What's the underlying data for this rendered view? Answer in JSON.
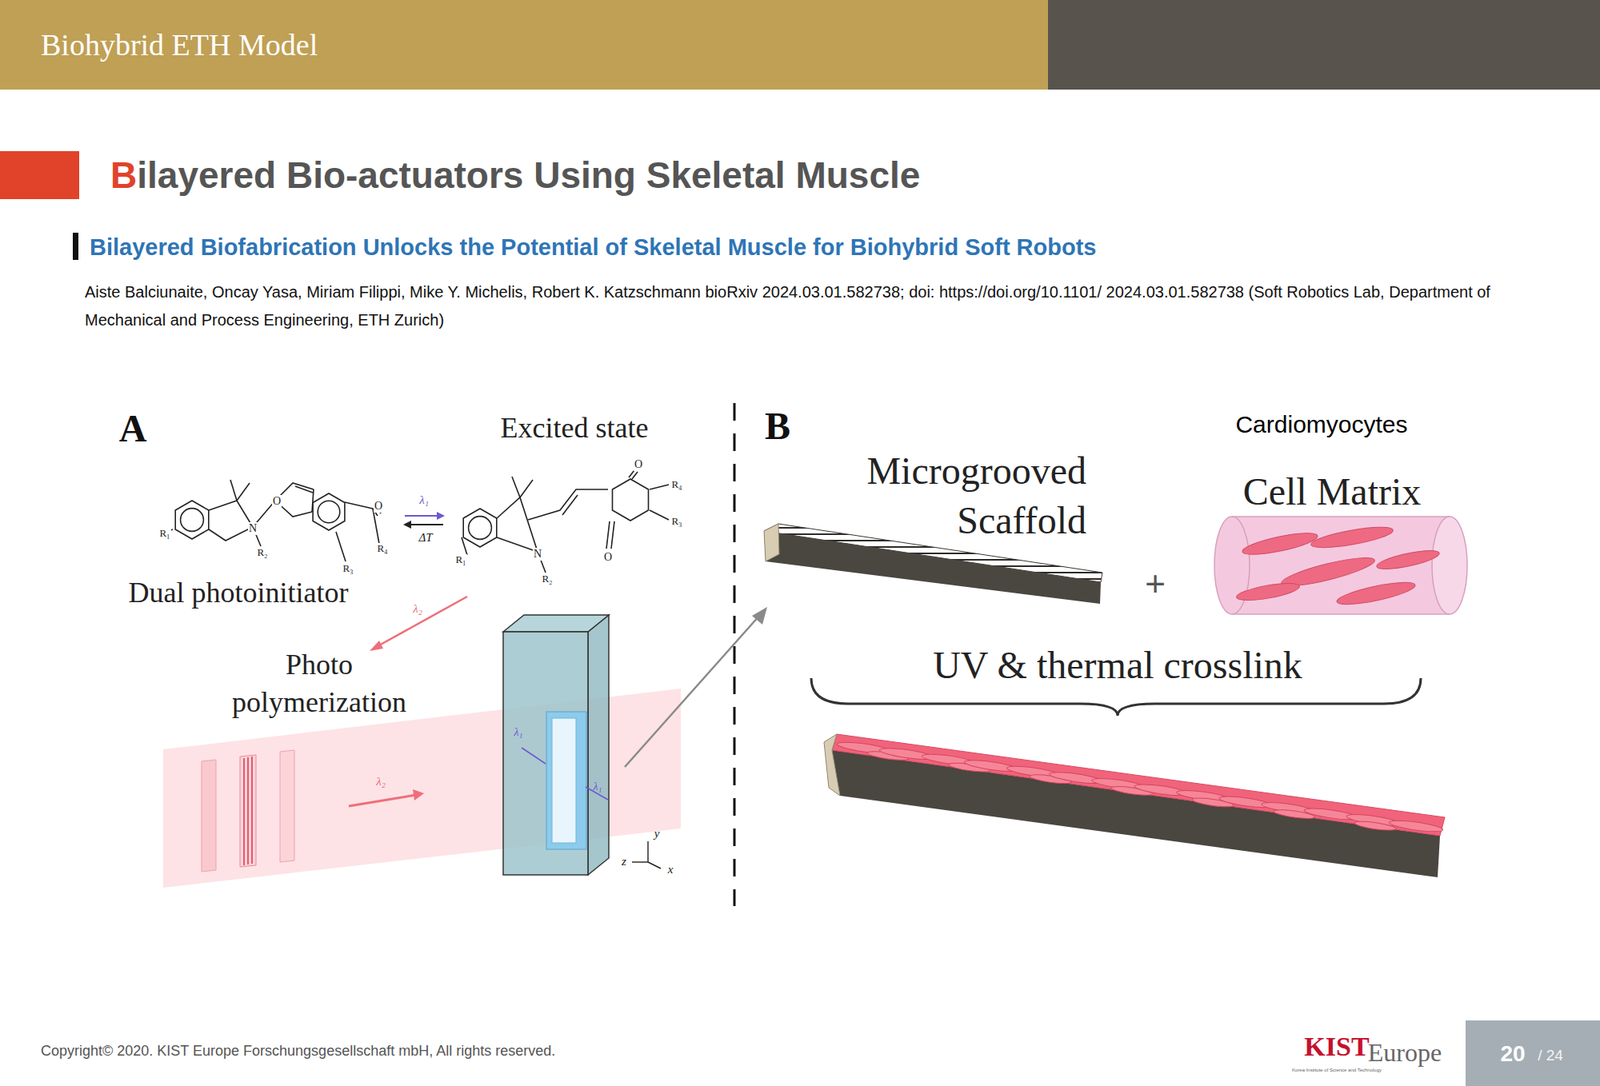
{
  "diagram": {
    "title": "Bilayered Bio-actuators Using Skeletal Muscle",
    "labels": [
      "Biohybrid ETH Model",
      "Bilayered Biofabrication Unlocks the Potential of Skeletal Muscle for Biohybrid Soft Robots",
      "Aiste Balciunaite, Oncay Yasa, Miriam Filippi, Mike Y. Michelis, Robert K. Katzschmann bioRxiv 2024.03.01.582738; doi: https://doi.org/10.1101/ 2024.03.01.582738 (Soft Robotics Lab, Department of Mechanical and Process Engineering, ETH Zurich)",
      "A",
      "Excited state",
      "Dual photoinitiator",
      "Photo polymerization",
      "λ₁",
      "ΔT",
      "λ₂",
      "λ₁",
      "λ₁",
      "λ₂",
      "y",
      "z",
      "x",
      "R₁",
      "N",
      "R₂",
      "O",
      "O",
      "R₄",
      "R₃",
      "O",
      "R₄",
      "R₃",
      "R₁",
      "N",
      "R₂",
      "O",
      "B",
      "Microgrooved Scaffold",
      "Cardiomyocytes",
      "Cell Matrix",
      "+",
      "UV & thermal crosslink",
      "Copyright© 2020. KIST Europe Forschungsgesellschaft mbH, All rights reserved.",
      "KIST",
      "Korea Institute of Science and Technology",
      "Europe",
      "20",
      "/ 24"
    ]
  }
}
